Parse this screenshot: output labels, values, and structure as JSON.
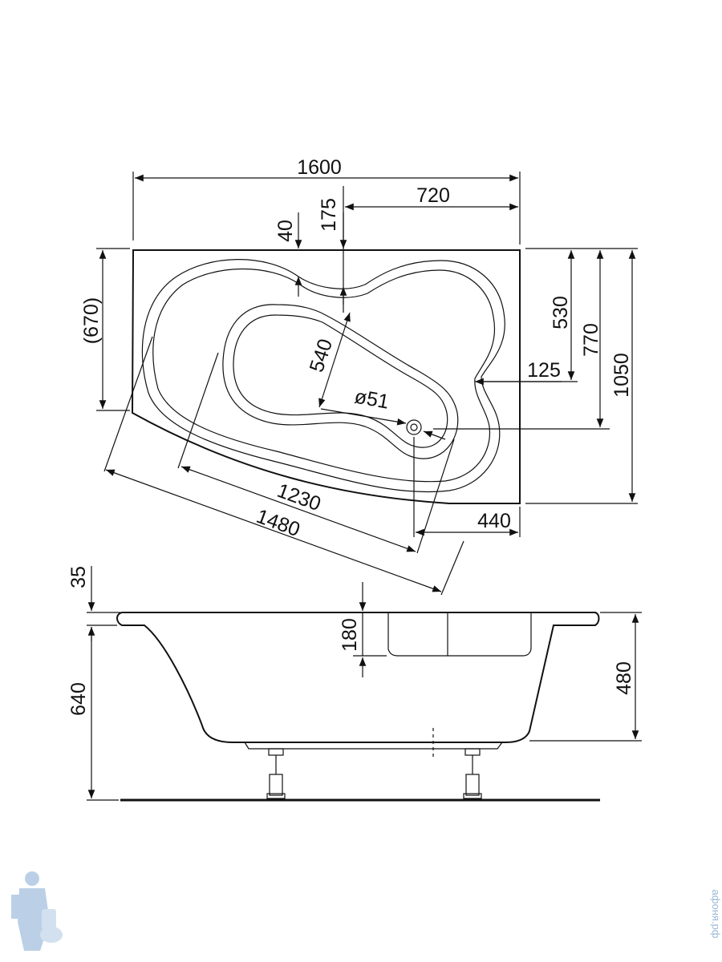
{
  "plan_view": {
    "width_overall": "1600",
    "depth_overall": "1050",
    "depth_inner": "(670)",
    "drain_offset_x": "720",
    "dim_40": "40",
    "dim_175": "175",
    "dim_540": "540",
    "drain_diameter": "ø51",
    "dim_530": "530",
    "dim_770": "770",
    "dim_125": "125",
    "dim_440": "440",
    "dim_1230": "1230",
    "dim_1480": "1480"
  },
  "side_view": {
    "rim_thickness": "35",
    "seat_depth": "180",
    "inner_depth": "480",
    "total_height": "640"
  },
  "watermark": {
    "text": "афоня.рф",
    "color": "#9bb8d8"
  }
}
